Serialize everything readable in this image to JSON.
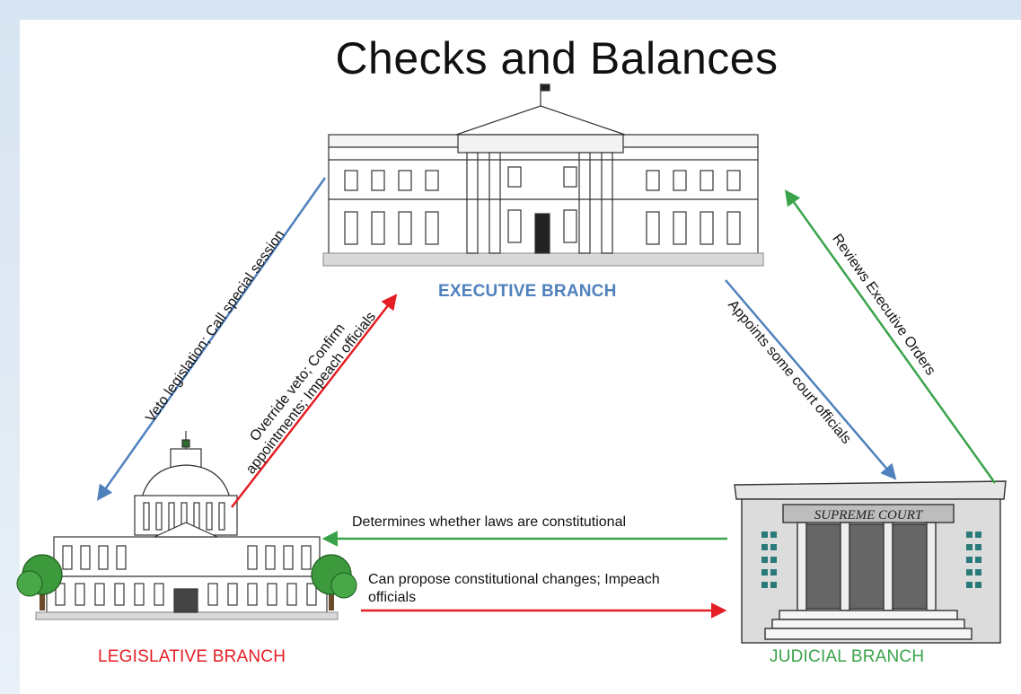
{
  "title": "Checks and Balances",
  "branches": {
    "executive": "EXECUTIVE BRANCH",
    "legislative": "LEGISLATIVE BRANCH",
    "judicial": "JUDICIAL BRANCH"
  },
  "building_signage": {
    "court_sign": "SUPREME COURT"
  },
  "checks": {
    "exec_to_leg": "Veto legislation; Call special session",
    "leg_to_exec_line1": "Override veto; Confirm",
    "leg_to_exec_line2": "appointments; Impeach officials",
    "exec_to_jud": "Appoints some court officials",
    "jud_to_exec": "Reviews Executive Orders",
    "jud_to_leg": "Determines whether laws are constitutional",
    "leg_to_jud_line1": "Can propose constitutional changes; Impeach",
    "leg_to_jud_line2": "officials"
  },
  "colors": {
    "executive": "#4f81bd",
    "legislative": "#e41e25",
    "judicial": "#3aa34a"
  }
}
